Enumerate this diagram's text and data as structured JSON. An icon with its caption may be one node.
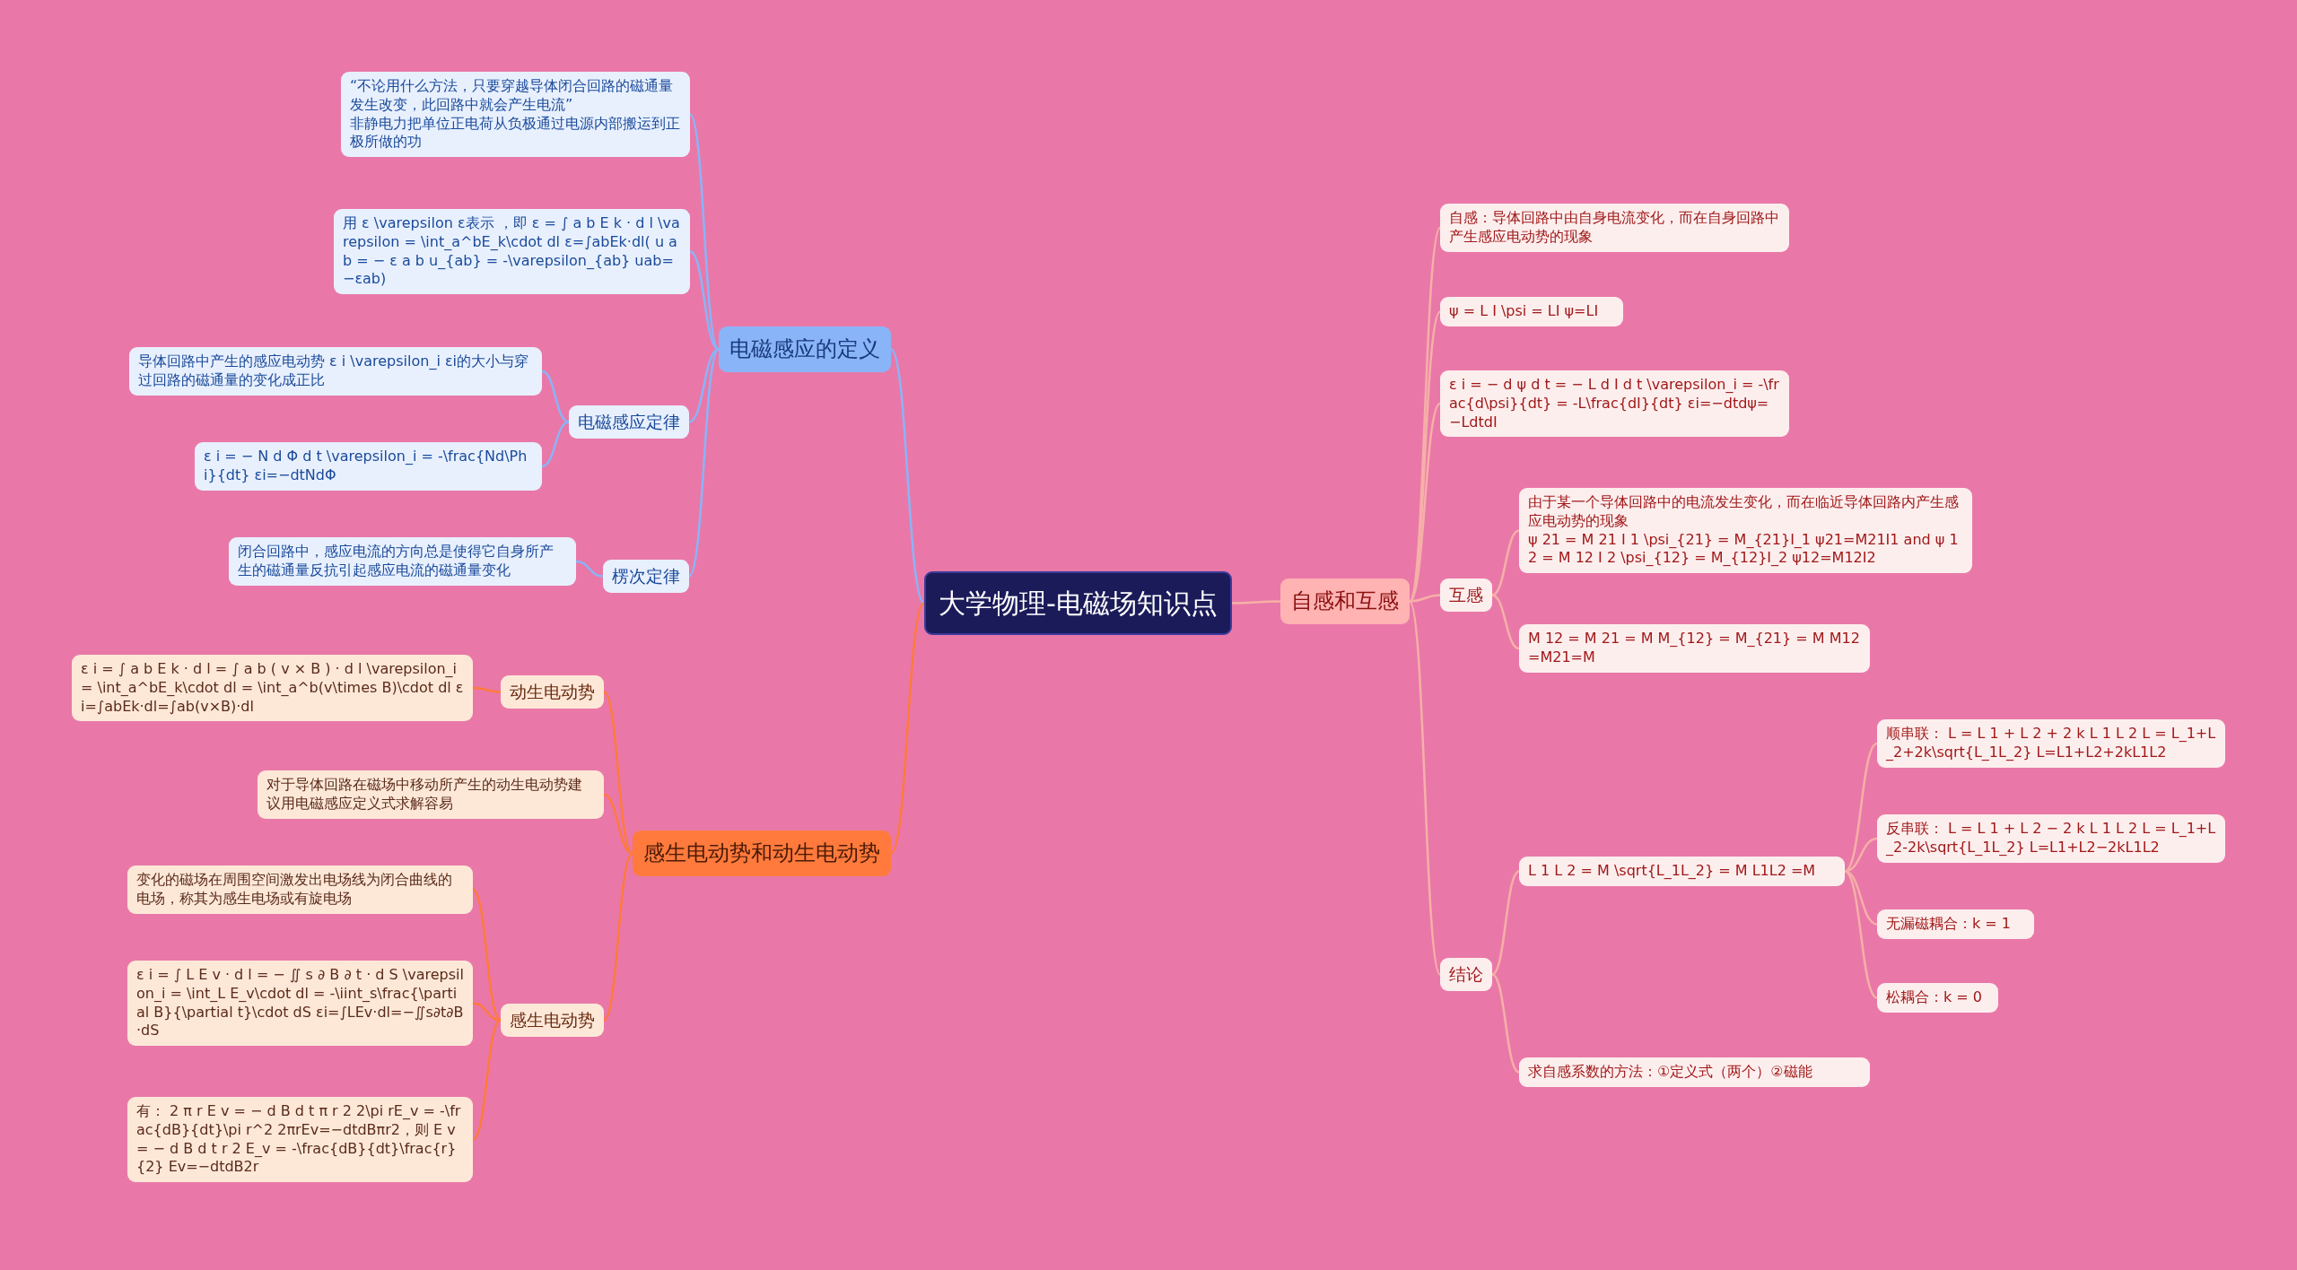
{
  "diagram": {
    "nodes": [
      {
        "text": [
          "大学物理-电磁场知识点"
        ]
      },
      {
        "text": [
          "电磁感应的定义"
        ]
      },
      {
        "text": [
          "“不论用什么方法，只要穿越导体闭合回路的磁通量发生改变，此回路中就会产生电流”",
          "非静电力把单位正电荷从负极通过电源内部搬运到正极所做的功"
        ]
      },
      {
        "text": [
          "用 ε \\varepsilon ε表示 ，即 ε = ∫ a b E k · d l \\varepsilon = \\int_a^bE_k\\cdot dl ε=∫abEk·dl( u a b = − ε a b u_{ab} = -\\varepsilon_{ab} uab=−εab)"
        ]
      },
      {
        "text": [
          "电磁感应定律"
        ]
      },
      {
        "text": [
          "导体回路中产生的感应电动势 ε i \\varepsilon_i εi的大小与穿过回路的磁通量的变化成正比"
        ]
      },
      {
        "text": [
          "ε i = − N d Φ d t \\varepsilon_i = -\\frac{Nd\\Phi}{dt} εi=−dtNdΦ"
        ]
      },
      {
        "text": [
          "楞次定律"
        ]
      },
      {
        "text": [
          "闭合回路中，感应电流的方向总是使得它自身所产生的磁通量反抗引起感应电流的磁通量变化"
        ]
      },
      {
        "text": [
          "感生电动势和动生电动势"
        ]
      },
      {
        "text": [
          "动生电动势"
        ]
      },
      {
        "text": [
          "ε i = ∫ a b E k · d l = ∫ a b ( v × B ) · d l \\varepsilon_i = \\int_a^bE_k\\cdot dl = \\int_a^b(v\\times B)\\cdot dl εi=∫abEk·dl=∫ab(v×B)·dl"
        ]
      },
      {
        "text": [
          "对于导体回路在磁场中移动所产生的动生电动势建议用电磁感应定义式求解容易"
        ]
      },
      {
        "text": [
          "感生电动势"
        ]
      },
      {
        "text": [
          "变化的磁场在周围空间激发出电场线为闭合曲线的电场，称其为感生电场或有旋电场"
        ]
      },
      {
        "text": [
          "ε i = ∫ L E v · d l = − ∬ s ∂ B ∂ t · d S \\varepsilon_i = \\int_L E_v\\cdot dl = -\\iint_s\\frac{\\partial B}{\\partial t}\\cdot dS εi=∫LEv·dl=−∬s∂t∂B·dS"
        ]
      },
      {
        "text": [
          "有： 2 π r E v = − d B d t π r 2 2\\pi rE_v = -\\frac{dB}{dt}\\pi r^2 2πrEv=−dtdBπr2，则 E v = − d B d t r 2 E_v = -\\frac{dB}{dt}\\frac{r}{2} Ev=−dtdB2r"
        ]
      },
      {
        "text": [
          "自感和互感"
        ]
      },
      {
        "text": [
          "自感：导体回路中由自身电流变化，而在自身回路中产生感应电动势的现象"
        ]
      },
      {
        "text": [
          "ψ = L I \\psi = LI ψ=LI"
        ]
      },
      {
        "text": [
          "ε i = − d ψ d t = − L d I d t \\varepsilon_i = -\\frac{d\\psi}{dt} = -L\\frac{dI}{dt} εi=−dtdψ=−LdtdI"
        ]
      },
      {
        "text": [
          "互感"
        ]
      },
      {
        "text": [
          "由于某一个导体回路中的电流发生变化，而在临近导体回路内产生感应电动势的现象",
          "ψ 21 = M 21 I 1 \\psi_{21} = M_{21}I_1 ψ21=M21I1 and ψ 12 = M 12 I 2 \\psi_{12} = M_{12}I_2 ψ12=M12I2"
        ]
      },
      {
        "text": [
          "M 12 = M 21 = M M_{12} = M_{21} = M M12=M21=M"
        ]
      },
      {
        "text": [
          "结论"
        ]
      },
      {
        "text": [
          "L 1 L 2 = M \\sqrt{L_1L_2} = M L1L2 =M"
        ]
      },
      {
        "text": [
          "顺串联： L = L 1 + L 2 + 2 k L 1 L 2 L = L_1+L_2+2k\\sqrt{L_1L_2} L=L1+L2+2kL1L2"
        ]
      },
      {
        "text": [
          "反串联： L = L 1 + L 2 − 2 k L 1 L 2 L = L_1+L_2-2k\\sqrt{L_1L_2} L=L1+L2−2kL1L2"
        ]
      },
      {
        "text": [
          "无漏磁耦合：k = 1"
        ]
      },
      {
        "text": [
          "松耦合：k = 0"
        ]
      },
      {
        "text": [
          "求自感系数的方法：①定义式（两个）②磁能"
        ]
      }
    ],
    "edges": [
      {
        "from": 0,
        "to": 1,
        "arrow": "none",
        "color": "#8ab4f8"
      },
      {
        "from": 1,
        "to": 2,
        "arrow": "none",
        "color": "#8ab4f8"
      },
      {
        "from": 1,
        "to": 3,
        "arrow": "none",
        "color": "#8ab4f8"
      },
      {
        "from": 1,
        "to": 4,
        "arrow": "none",
        "color": "#8ab4f8"
      },
      {
        "from": 4,
        "to": 5,
        "arrow": "none",
        "color": "#8ab4f8"
      },
      {
        "from": 4,
        "to": 6,
        "arrow": "none",
        "color": "#8ab4f8"
      },
      {
        "from": 1,
        "to": 7,
        "arrow": "none",
        "color": "#8ab4f8"
      },
      {
        "from": 7,
        "to": 8,
        "arrow": "none",
        "color": "#8ab4f8"
      },
      {
        "from": 0,
        "to": 9,
        "arrow": "none",
        "color": "#ff7a3c"
      },
      {
        "from": 9,
        "to": 10,
        "arrow": "none",
        "color": "#ff7a3c"
      },
      {
        "from": 10,
        "to": 11,
        "arrow": "none",
        "color": "#ff7a3c"
      },
      {
        "from": 9,
        "to": 12,
        "arrow": "none",
        "color": "#ff7a3c"
      },
      {
        "from": 9,
        "to": 13,
        "arrow": "none",
        "color": "#ff7a3c"
      },
      {
        "from": 13,
        "to": 14,
        "arrow": "none",
        "color": "#ff7a3c"
      },
      {
        "from": 13,
        "to": 15,
        "arrow": "none",
        "color": "#ff7a3c"
      },
      {
        "from": 13,
        "to": 16,
        "arrow": "none",
        "color": "#ff7a3c"
      },
      {
        "from": 0,
        "to": 17,
        "arrow": "none"
      },
      {
        "from": 17,
        "to": 18,
        "arrow": "none"
      },
      {
        "from": 17,
        "to": 19,
        "arrow": "none"
      },
      {
        "from": 17,
        "to": 20,
        "arrow": "none"
      },
      {
        "from": 17,
        "to": 21,
        "arrow": "none"
      },
      {
        "from": 21,
        "to": 22,
        "arrow": "none"
      },
      {
        "from": 21,
        "to": 23,
        "arrow": "none"
      },
      {
        "from": 17,
        "to": 24,
        "arrow": "none"
      },
      {
        "from": 24,
        "to": 25,
        "arrow": "none"
      },
      {
        "from": 25,
        "to": 26,
        "arrow": "none"
      },
      {
        "from": 25,
        "to": 27,
        "arrow": "none"
      },
      {
        "from": 25,
        "to": 28,
        "arrow": "none"
      },
      {
        "from": 25,
        "to": 29,
        "arrow": "none"
      },
      {
        "from": 24,
        "to": 30,
        "arrow": "none"
      }
    ]
  }
}
